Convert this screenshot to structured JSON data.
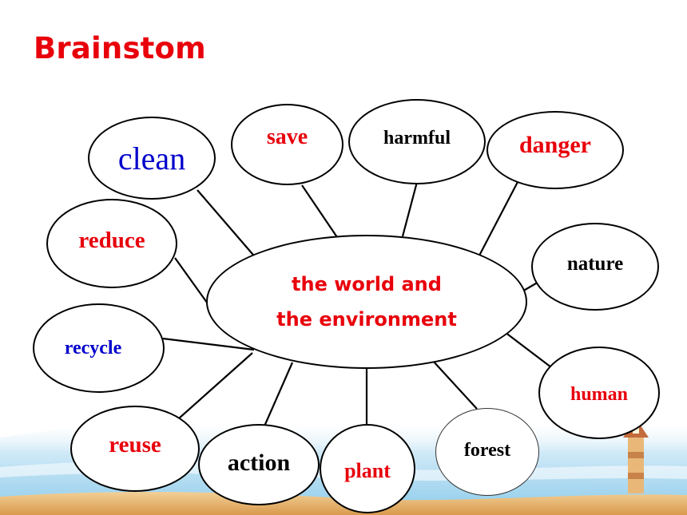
{
  "title": "Brainstom",
  "center": {
    "line1": "the world and",
    "line2": "the environment",
    "color": "#e8000b"
  },
  "nodes": [
    {
      "label": "clean",
      "color": "#0000cc"
    },
    {
      "label": "save",
      "color": "#e8000b"
    },
    {
      "label": "harmful",
      "color": "#000000"
    },
    {
      "label": "danger",
      "color": "#e8000b"
    },
    {
      "label": "reduce",
      "color": "#e8000b"
    },
    {
      "label": "nature",
      "color": "#000000"
    },
    {
      "label": "recycle",
      "color": "#0000cc"
    },
    {
      "label": "human",
      "color": "#e8000b"
    },
    {
      "label": "reuse",
      "color": "#e8000b"
    },
    {
      "label": "action",
      "color": "#000000"
    },
    {
      "label": "plant",
      "color": "#e8000b"
    },
    {
      "label": "forest",
      "color": "#000000"
    }
  ],
  "colors": {
    "title": "#e8000b",
    "line": "#000000",
    "sky": "#9fd3ee",
    "sand": "#e7b46d"
  }
}
